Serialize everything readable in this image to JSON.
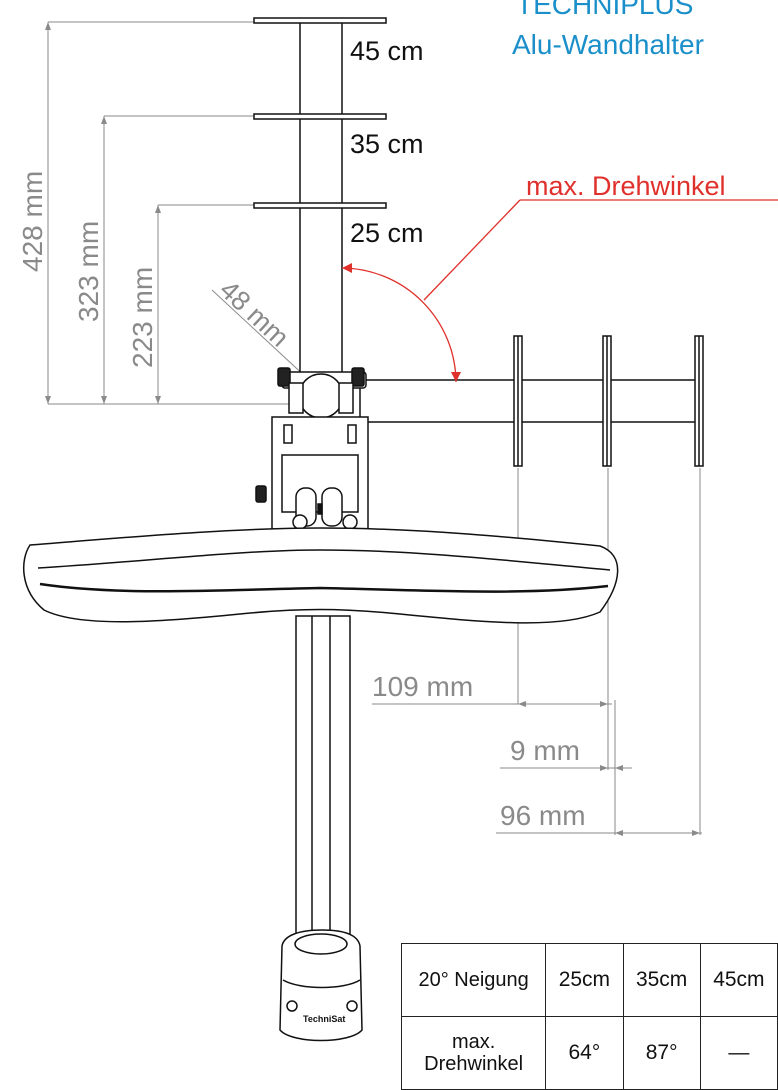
{
  "title": {
    "line1": "TECHNIPLUS",
    "line2": "Alu-Wandhalter"
  },
  "labels": {
    "rotation": "max. Drehwinkel",
    "mast_45": "45 cm",
    "mast_35": "35 cm",
    "mast_25": "25 cm",
    "dim_428": "428 mm",
    "dim_323": "323 mm",
    "dim_223": "223 mm",
    "dim_48": "48 mm",
    "dim_109": "109 mm",
    "dim_9": "9 mm",
    "dim_96": "96 mm",
    "brand": "TechniSat"
  },
  "table": {
    "header": [
      "20° Neigung",
      "25cm",
      "35cm",
      "45cm"
    ],
    "row_label": "max. Drehwinkel",
    "row_values": [
      "64°",
      "87°",
      "—"
    ]
  },
  "colors": {
    "title": "#1a8fc9",
    "angle": "#e0302b",
    "dimension": "#8a8a8a",
    "line": "#111111"
  }
}
